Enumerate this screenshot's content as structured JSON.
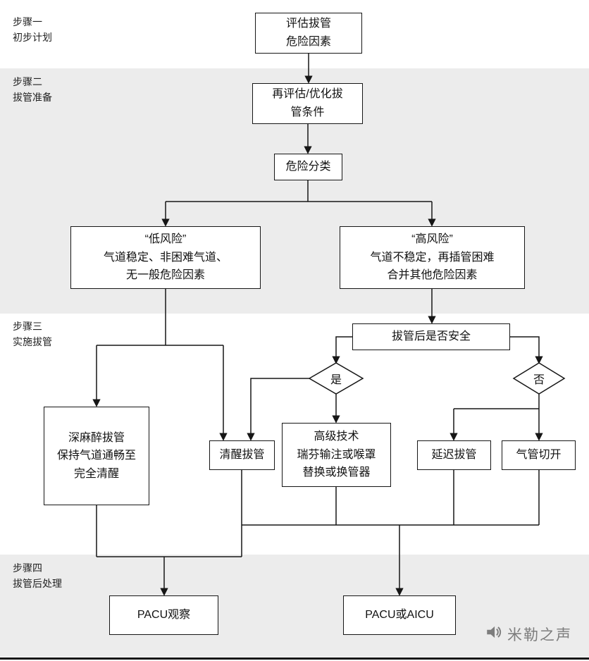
{
  "steps": {
    "step1": {
      "label": "步骤一\n初步计划"
    },
    "step2": {
      "label": "步骤二\n拔管准备"
    },
    "step3": {
      "label": "步骤三\n实施拔管"
    },
    "step4": {
      "label": "步骤四\n拔管后处理"
    }
  },
  "nodes": {
    "assess": {
      "text": "评估拔管\n危险因素"
    },
    "reassess": {
      "text": "再评估/优化拔\n管条件"
    },
    "classify": {
      "text": "危险分类"
    },
    "low_risk": {
      "text": "“低风险”\n气道稳定、非困难气道、\n无一般危险因素"
    },
    "high_risk": {
      "text": "“高风险”\n气道不稳定，再插管困难\n合并其他危险因素"
    },
    "safe": {
      "text": "拔管后是否安全"
    },
    "yes": {
      "text": "是"
    },
    "no": {
      "text": "否"
    },
    "deep": {
      "text": "深麻醉拔管\n保持气道通畅至\n完全清醒"
    },
    "awake": {
      "text": "清醒拔管"
    },
    "advanced": {
      "text": "高级技术\n瑞芬输注或喉罩\n替换或换管器"
    },
    "delay": {
      "text": "延迟拔管"
    },
    "trach": {
      "text": "气管切开"
    },
    "pacu": {
      "text": "PACU观察"
    },
    "pacu_aicu": {
      "text": "PACU或AICU"
    }
  },
  "watermark": {
    "text": "米勒之声"
  },
  "colors": {
    "band": "#ececec",
    "line": "#161616",
    "box_border": "#161616",
    "watermark": "#7d7d7d"
  }
}
